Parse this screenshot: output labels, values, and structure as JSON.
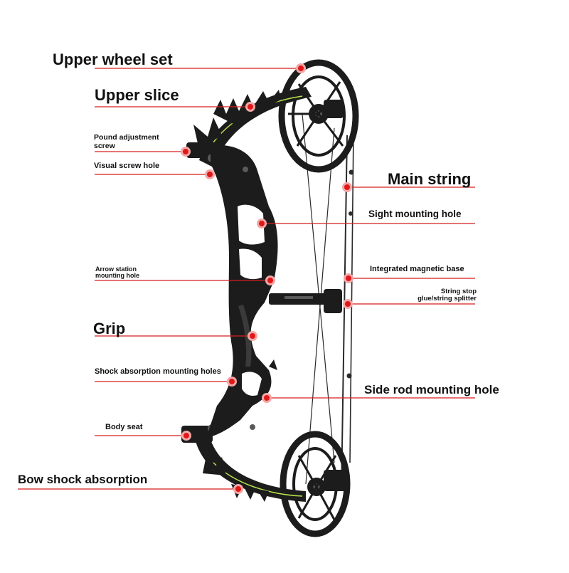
{
  "colors": {
    "leader_line": "#d81e1e",
    "marker_outer": "#f2a7a7",
    "marker_inner": "#e01818",
    "bow_body": "#1c1c1c",
    "bow_highlight": "#5a5a5a",
    "accent_green": "#b7e34a",
    "string": "#2a2a2a"
  },
  "labels": {
    "upper_wheel_set": "Upper wheel set",
    "upper_slice": "Upper slice",
    "pound_adjustment_screw_line1": "Pound adjustment",
    "pound_adjustment_screw_line2": "screw",
    "visual_screw_hole": "Visual screw hole",
    "arrow_station_line1": "Arrow station",
    "arrow_station_line2": "mounting hole",
    "grip": "Grip",
    "shock_absorption_mounting_holes": "Shock absorption mounting holes",
    "body_seat": "Body seat",
    "bow_shock_absorption": "Bow shock absorption",
    "main_string": "Main string",
    "sight_mounting_hole": "Sight mounting hole",
    "integrated_magnetic_base": "Integrated magnetic base",
    "string_stop_line1": "String stop",
    "string_stop_line2": "glue/string splitter",
    "side_rod_mounting_hole": "Side rod mounting hole"
  }
}
